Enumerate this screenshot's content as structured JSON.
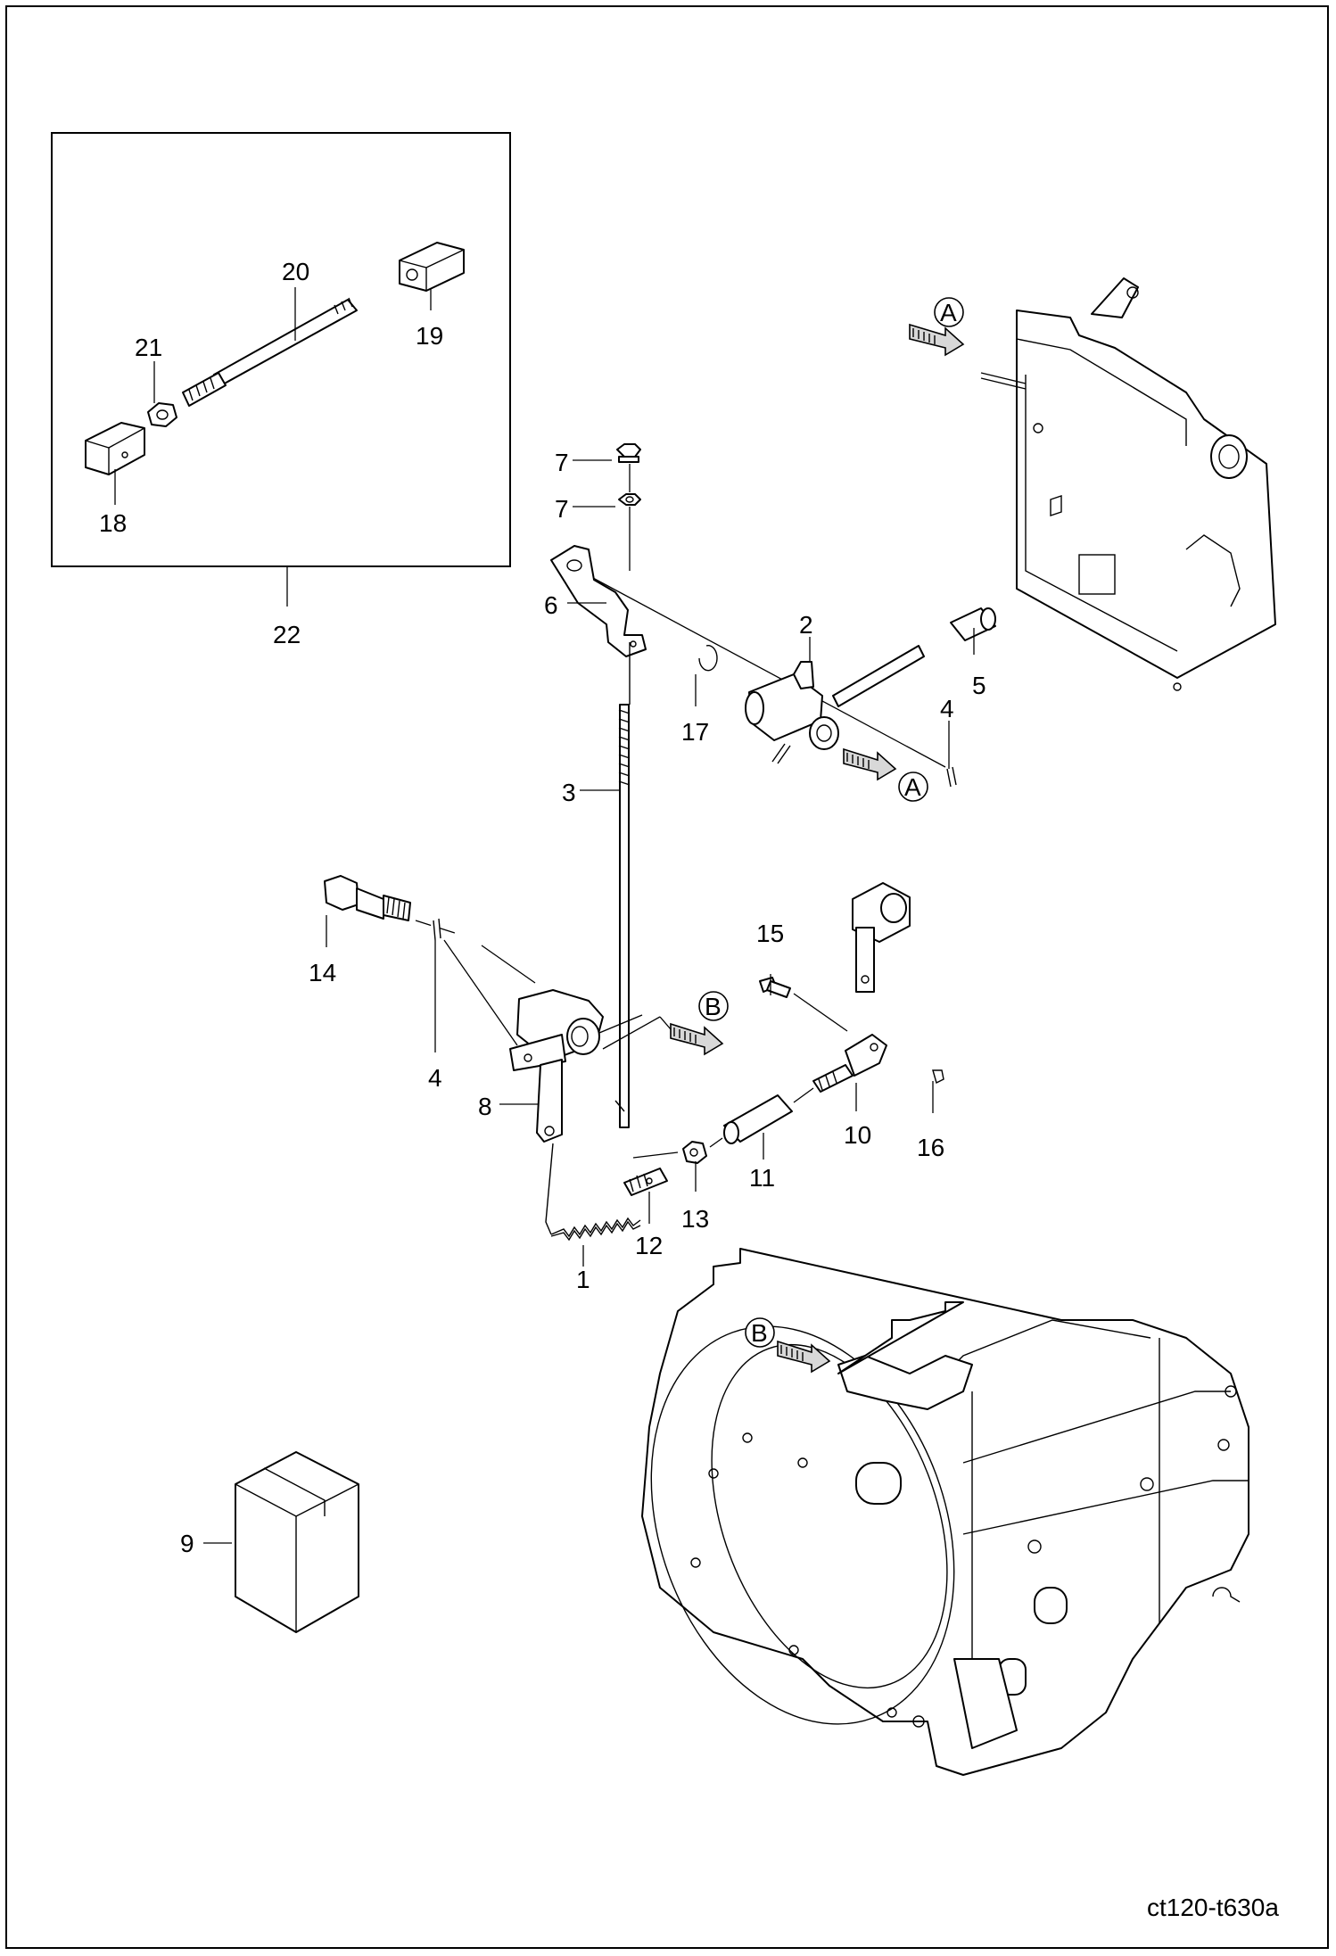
{
  "drawing_code": "ct120-t630a",
  "view_refs": [
    "A",
    "A",
    "B",
    "B"
  ],
  "callouts": {
    "c1": "1",
    "c2": "2",
    "c3": "3",
    "c4a": "4",
    "c4b": "4",
    "c5": "5",
    "c6": "6",
    "c7a": "7",
    "c7b": "7",
    "c8": "8",
    "c9": "9",
    "c10": "10",
    "c11": "11",
    "c12": "12",
    "c13": "13",
    "c14": "14",
    "c15": "15",
    "c16": "16",
    "c17": "17",
    "c18": "18",
    "c19": "19",
    "c20": "20",
    "c21": "21",
    "c22": "22"
  }
}
